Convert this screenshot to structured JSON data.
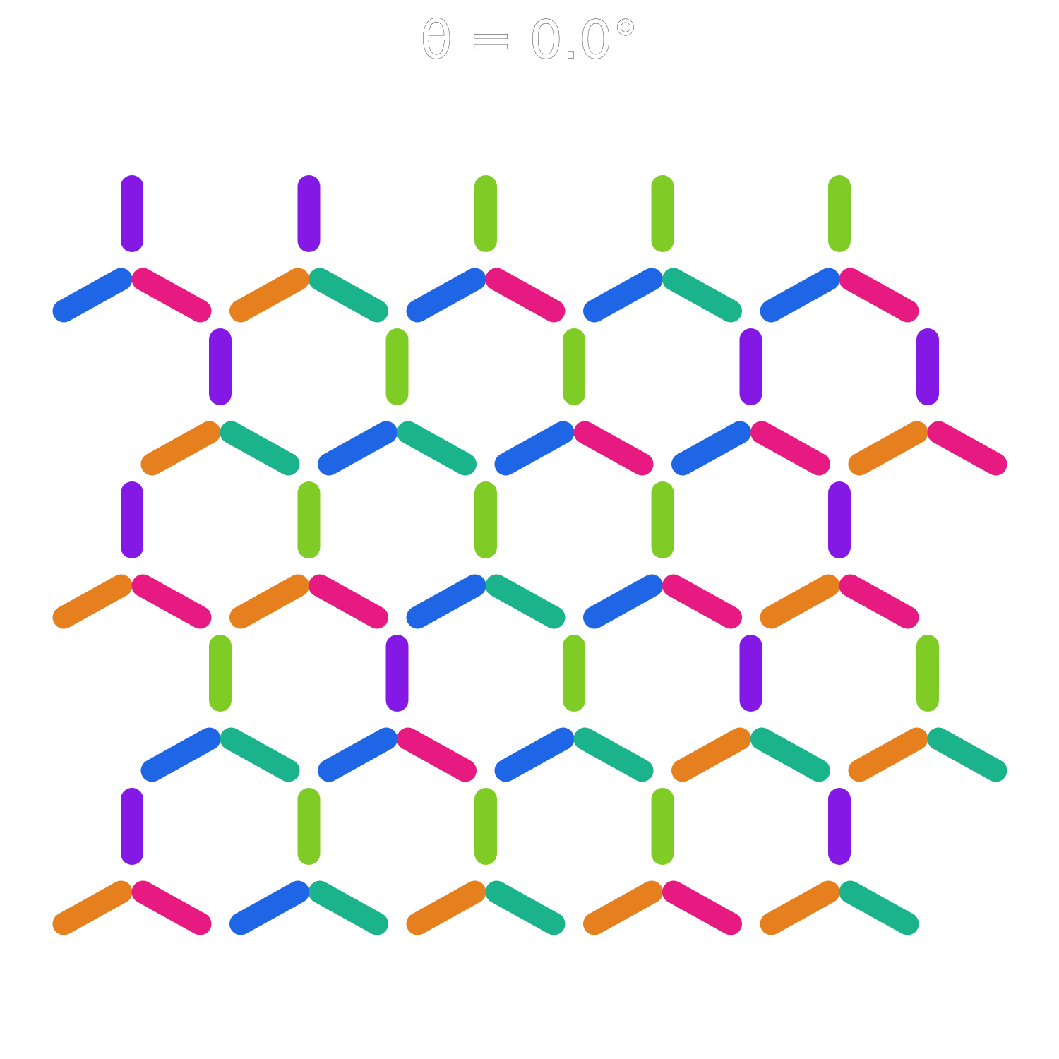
{
  "title": "θ = 0.0°",
  "colors": {
    "vertical-purple": "#8419E6",
    "vertical-green": "#80CC26",
    "diag-blue": "#1F66E6",
    "diag-orange": "#E6801F",
    "diag-pink": "#E61A80",
    "diag-teal": "#1AB38C"
  },
  "lattice": {
    "rows": [
      {
        "nodes": [
          {
            "up": "vertical-purple",
            "left": "diag-blue",
            "right": "diag-pink"
          },
          {
            "up": "vertical-purple",
            "left": "diag-orange",
            "right": "diag-teal"
          },
          {
            "up": "vertical-green",
            "left": "diag-blue",
            "right": "diag-pink"
          },
          {
            "up": "vertical-green",
            "left": "diag-blue",
            "right": "diag-teal"
          },
          {
            "up": "vertical-green",
            "left": "diag-blue",
            "right": "diag-pink"
          }
        ]
      },
      {
        "nodes": [
          {
            "up": "vertical-purple",
            "left": "diag-orange",
            "right": "diag-teal"
          },
          {
            "up": "vertical-green",
            "left": "diag-blue",
            "right": "diag-teal"
          },
          {
            "up": "vertical-green",
            "left": "diag-blue",
            "right": "diag-pink"
          },
          {
            "up": "vertical-purple",
            "left": "diag-blue",
            "right": "diag-pink"
          },
          {
            "up": "vertical-purple",
            "left": "diag-orange",
            "right": "diag-pink"
          }
        ]
      },
      {
        "nodes": [
          {
            "up": "vertical-purple",
            "left": "diag-orange",
            "right": "diag-pink"
          },
          {
            "up": "vertical-green",
            "left": "diag-orange",
            "right": "diag-pink"
          },
          {
            "up": "vertical-green",
            "left": "diag-blue",
            "right": "diag-teal"
          },
          {
            "up": "vertical-green",
            "left": "diag-blue",
            "right": "diag-pink"
          },
          {
            "up": "vertical-purple",
            "left": "diag-orange",
            "right": "diag-pink"
          }
        ]
      },
      {
        "nodes": [
          {
            "up": "vertical-green",
            "left": "diag-blue",
            "right": "diag-teal"
          },
          {
            "up": "vertical-purple",
            "left": "diag-blue",
            "right": "diag-pink"
          },
          {
            "up": "vertical-green",
            "left": "diag-blue",
            "right": "diag-teal"
          },
          {
            "up": "vertical-purple",
            "left": "diag-orange",
            "right": "diag-teal"
          },
          {
            "up": "vertical-green",
            "left": "diag-orange",
            "right": "diag-teal"
          }
        ]
      },
      {
        "nodes": [
          {
            "up": "vertical-purple",
            "left": "diag-orange",
            "right": "diag-pink"
          },
          {
            "up": "vertical-green",
            "left": "diag-blue",
            "right": "diag-teal"
          },
          {
            "up": "vertical-green",
            "left": "diag-orange",
            "right": "diag-teal"
          },
          {
            "up": "vertical-green",
            "left": "diag-orange",
            "right": "diag-pink"
          },
          {
            "up": "vertical-purple",
            "left": "diag-orange",
            "right": "diag-teal"
          }
        ]
      }
    ]
  }
}
